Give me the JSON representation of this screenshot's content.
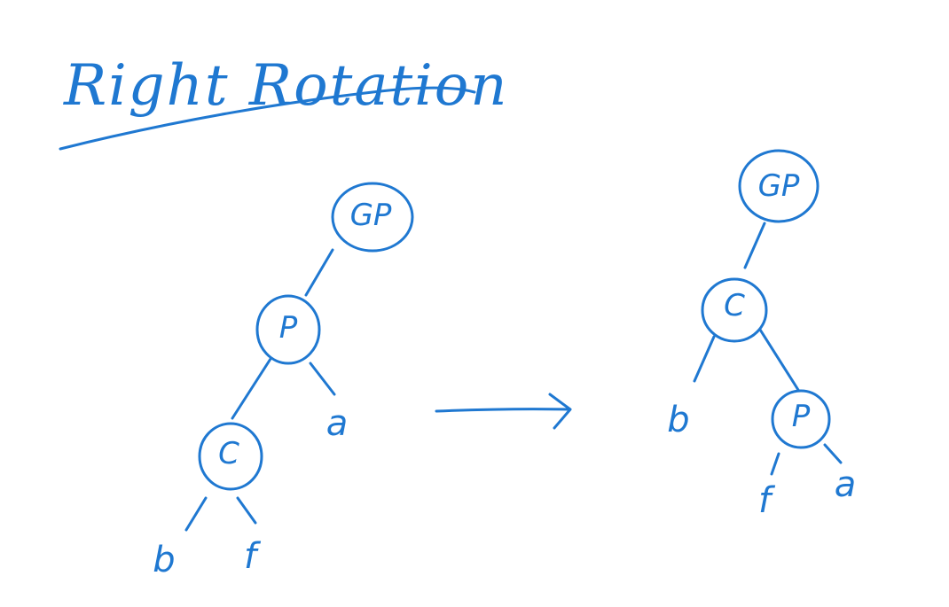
{
  "title": "Right Rotation",
  "colors": {
    "ink": "#1f78d1",
    "background": "#ffffff"
  },
  "before_tree": {
    "nodes": {
      "grandparent": "GP",
      "parent": "P",
      "child": "C"
    },
    "leaves": {
      "a": "a",
      "b": "b",
      "f": "f"
    }
  },
  "after_tree": {
    "nodes": {
      "grandparent": "GP",
      "child": "C",
      "parent": "P"
    },
    "leaves": {
      "b": "b",
      "f": "f",
      "a": "a"
    }
  },
  "transition_icon": "right-arrow-icon"
}
